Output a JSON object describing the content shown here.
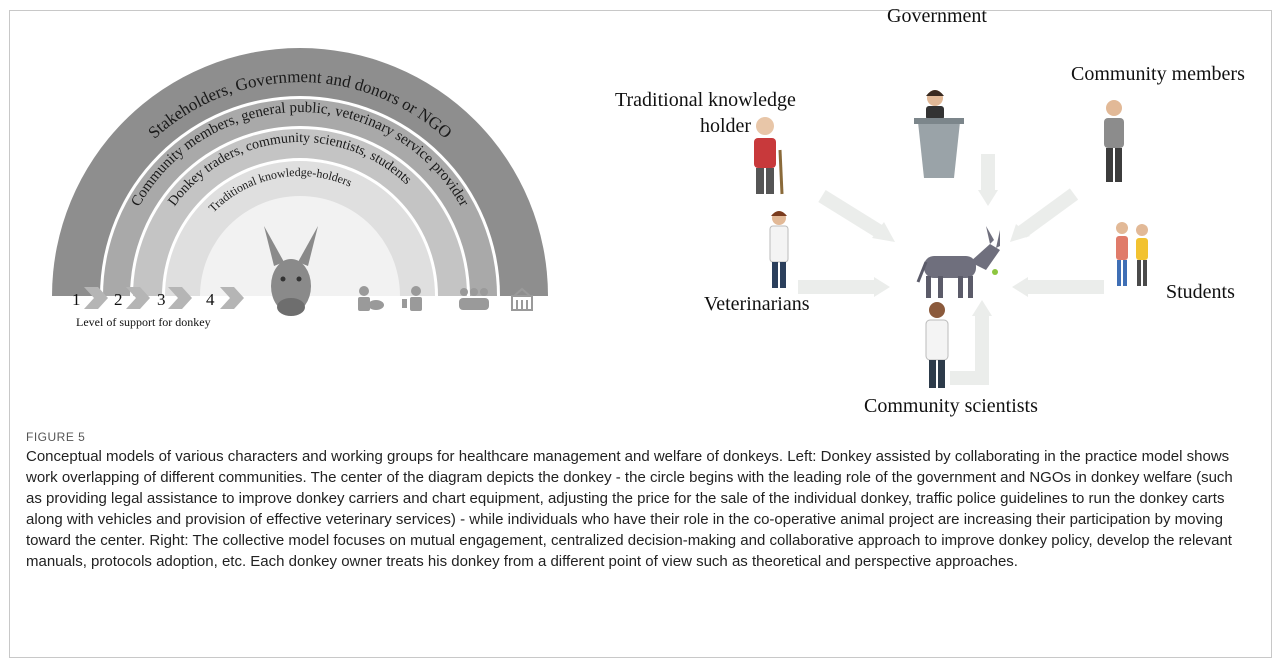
{
  "rainbow": {
    "outer_label": "Stakeholders, Government and donors or NGO",
    "second_label": "Community members, general public, veterinary service provider",
    "third_label": "Donkey traders, community scientists, students",
    "inner_label": "Traditional knowledge-holders",
    "levels": [
      "1",
      "2",
      "3",
      "4"
    ],
    "level_caption": "Level of support for donkey",
    "icons": [
      "donkey-head-icon",
      "trader-icon",
      "scientist-icon",
      "community-group-icon",
      "government-building-icon"
    ]
  },
  "collective": {
    "traditional_knowledge_holder": "Traditional knowledge holder",
    "government": "Government",
    "community_members": "Community members",
    "veterinarians": "Veterinarians",
    "students": "Students",
    "community_scientists": "Community scientists",
    "icons": [
      "elder-icon",
      "speaker-podium-icon",
      "man-icon",
      "veterinarian-icon",
      "donkey-icon",
      "students-icon",
      "doctor-icon"
    ]
  },
  "caption": {
    "label": "FIGURE 5",
    "text": "Conceptual models of various characters and working groups for healthcare management and welfare of donkeys. Left: Donkey assisted by collaborating in the practice model shows work overlapping of different communities. The center of the diagram depicts the donkey - the circle begins with the leading role of the government and NGOs in donkey welfare (such as providing legal assistance to improve donkey carriers and chart equipment, adjusting the price for the sale of the individual donkey, traffic police guidelines to run the donkey carts along with vehicles and provision of effective veterinary services) - while individuals who have their role in the co-operative animal project are increasing their participation by moving toward the center. Right: The collective model focuses on mutual engagement, centralized decision-making and collaborative approach to improve donkey policy, develop the relevant manuals, protocols adoption, etc. Each donkey owner treats his donkey from a different point of view such as theoretical and perspective approaches."
  }
}
